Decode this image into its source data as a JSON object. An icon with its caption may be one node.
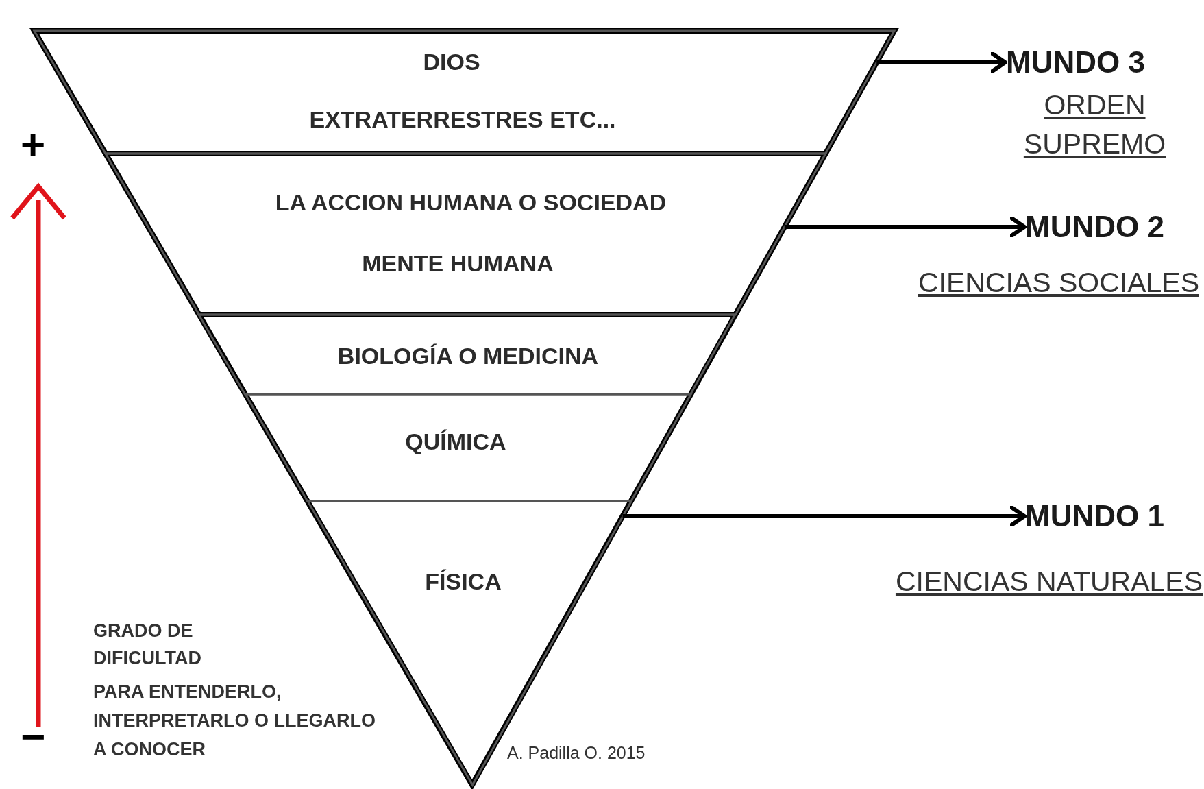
{
  "diagram": {
    "nodes": [
      {
        "text": [
          "DIOS",
          "EXTRATERRESTRES ETC..."
        ]
      },
      {
        "text": [
          "LA ACCION HUMANA O SOCIEDAD",
          "MENTE HUMANA"
        ]
      },
      {
        "text": [
          "BIOLOGÍA O MEDICINA"
        ]
      },
      {
        "text": [
          "QUÍMICA"
        ]
      },
      {
        "text": [
          "FÍSICA"
        ]
      },
      {
        "text": [
          "MUNDO 3"
        ],
        "beside": [
          "ORDEN SUPREMO"
        ]
      },
      {
        "text": [
          "MUNDO 2"
        ],
        "beside": [
          "CIENCIAS SOCIALES"
        ]
      },
      {
        "text": [
          "MUNDO 1"
        ],
        "beside": [
          "CIENCIAS NATURALES"
        ]
      }
    ],
    "edges": [
      {
        "from": 0,
        "to": 5,
        "arrow": "to"
      },
      {
        "from": 1,
        "to": 6,
        "arrow": "to"
      },
      {
        "from": 4,
        "to": 7,
        "arrow": "to"
      }
    ],
    "labels": [
      "+",
      "−",
      "GRADO DE DIFICULTAD",
      "PARA ENTENDERLO, INTERPRETARLO O LLEGARLO A CONOCER",
      "A. Padilla O. 2015"
    ]
  }
}
